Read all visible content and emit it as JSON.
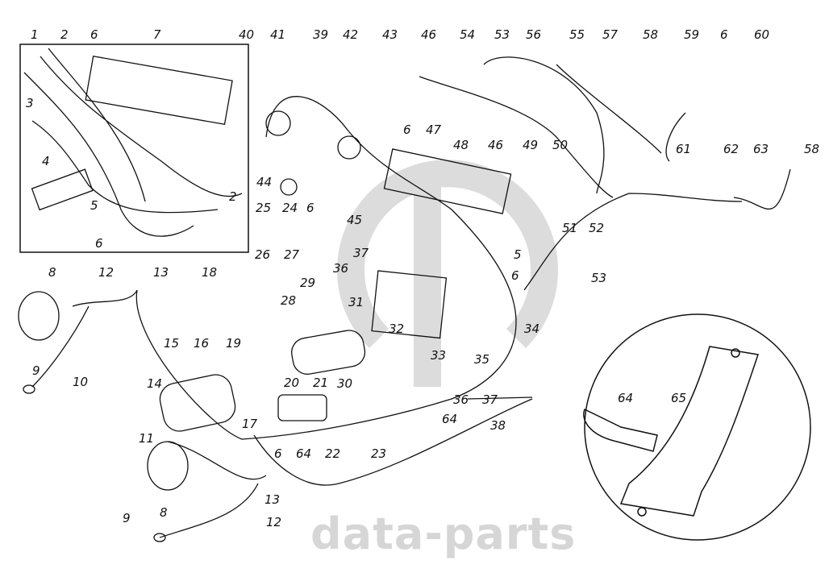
{
  "watermark": "data-parts",
  "colors": {
    "line": "#111111",
    "watermark": "#d6d6d6"
  },
  "callouts": [
    "1",
    "2",
    "6",
    "7",
    "3",
    "4",
    "5",
    "2",
    "6",
    "40",
    "41",
    "39",
    "42",
    "43",
    "46",
    "54",
    "53",
    "56",
    "55",
    "57",
    "58",
    "59",
    "6",
    "60",
    "6",
    "47",
    "48",
    "46",
    "49",
    "50",
    "61",
    "62",
    "63",
    "58",
    "44",
    "45",
    "25",
    "24",
    "6",
    "51",
    "52",
    "26",
    "27",
    "37",
    "36",
    "5",
    "6",
    "53",
    "8",
    "12",
    "13",
    "18",
    "29",
    "28",
    "31",
    "32",
    "34",
    "9",
    "10",
    "14",
    "15",
    "16",
    "19",
    "33",
    "35",
    "30",
    "20",
    "21",
    "36",
    "37",
    "17",
    "11",
    "64",
    "38",
    "64",
    "22",
    "23",
    "6",
    "13",
    "12",
    "9",
    "8",
    "64",
    "65"
  ]
}
